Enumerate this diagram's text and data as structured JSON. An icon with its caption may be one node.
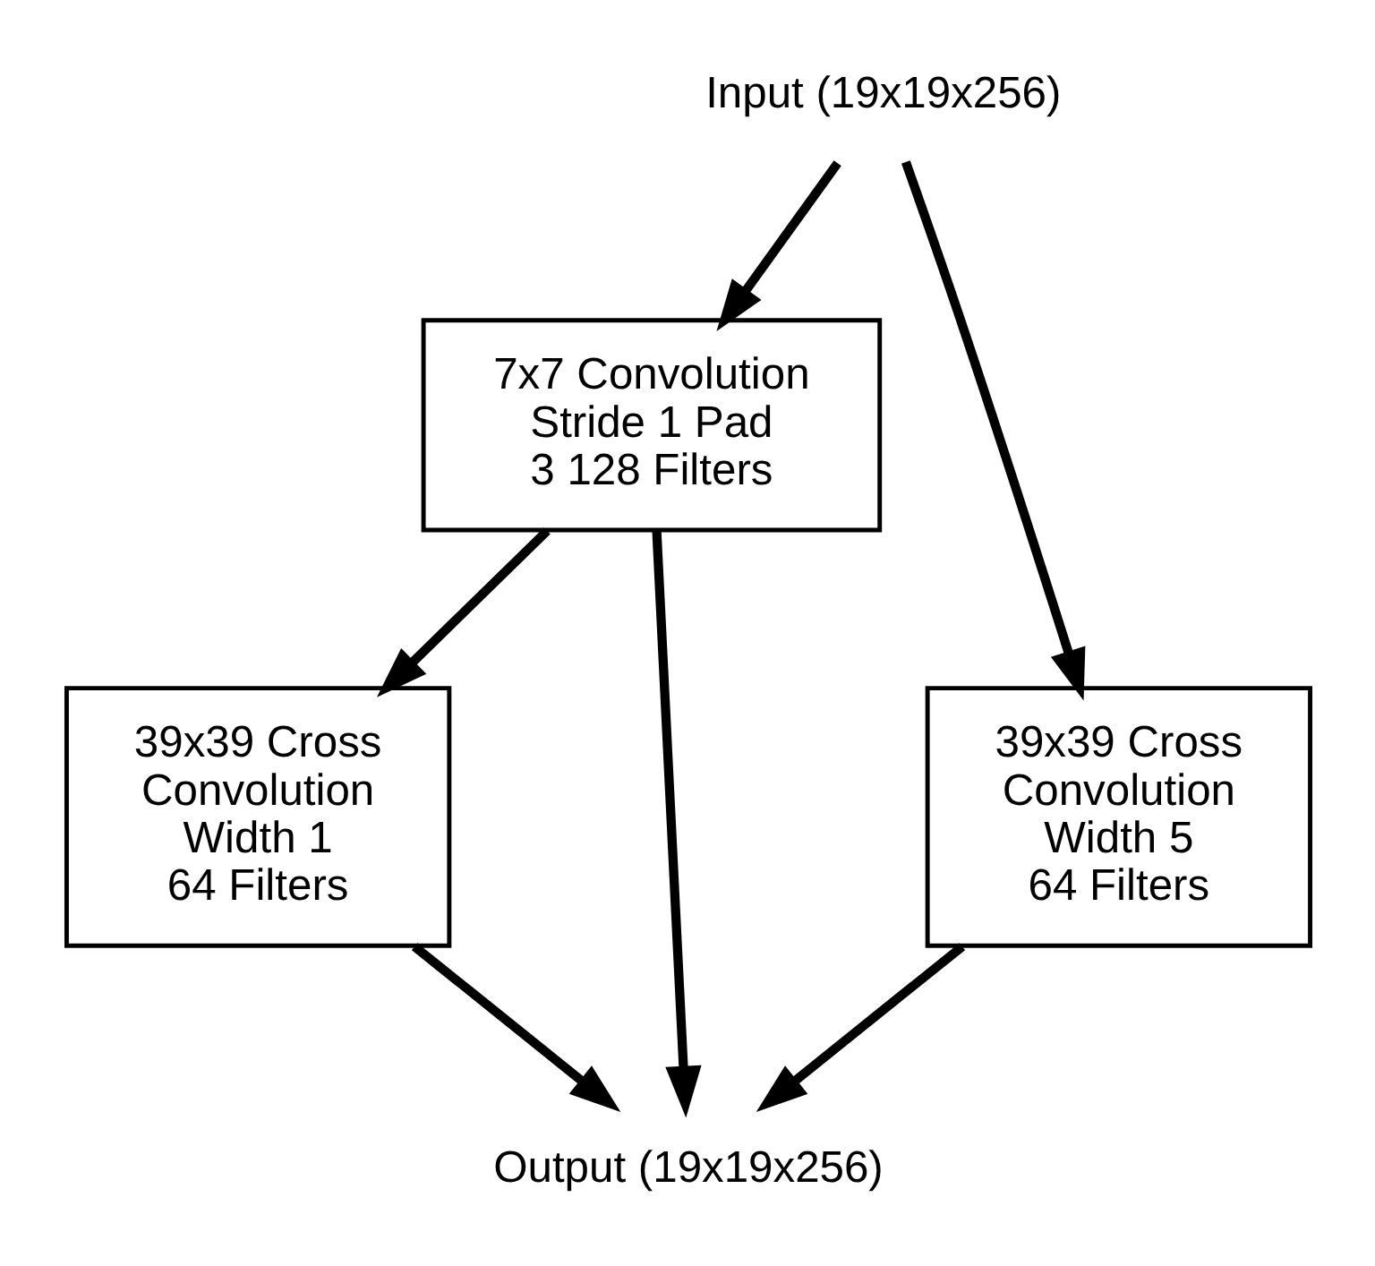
{
  "diagram": {
    "nodes": [
      {
        "text": [
          "Input (19x19x256)"
        ]
      },
      {
        "text": [
          "7x7 Convolution Stride 1 Pad 3 128 Filters"
        ]
      },
      {
        "text": [
          "39x39 Cross Convolution Width 1 64 Filters"
        ]
      },
      {
        "text": [
          "39x39 Cross Convolution Width 5 64 Filters"
        ]
      },
      {
        "text": [
          "Output (19x19x256)"
        ]
      }
    ],
    "edges": [
      {
        "from": 0,
        "to": 1,
        "arrow": "to"
      },
      {
        "from": 0,
        "to": 3,
        "arrow": "to"
      },
      {
        "from": 1,
        "to": 2,
        "arrow": "to"
      },
      {
        "from": 1,
        "to": 4,
        "arrow": "to"
      },
      {
        "from": 2,
        "to": 4,
        "arrow": "to"
      },
      {
        "from": 3,
        "to": 4,
        "arrow": "to"
      }
    ]
  }
}
